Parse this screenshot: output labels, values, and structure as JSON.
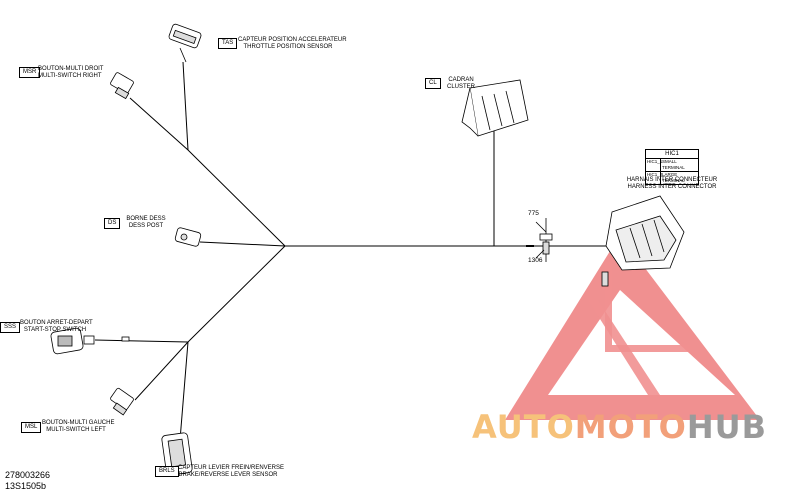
{
  "connectors": {
    "tas": {
      "code": "TAS",
      "label_fr": "CAPTEUR POSITION ACCELERATEUR",
      "label_en": "THROTTLE POSITION SENSOR"
    },
    "msr": {
      "code": "MSR",
      "label_fr": "BOUTON-MULTI DROIT",
      "label_en": "MULTI-SWITCH RIGHT"
    },
    "ds": {
      "code": "DS",
      "label_fr": "BORNE DESS",
      "label_en": "DESS POST"
    },
    "sss": {
      "code": "SSS",
      "label_fr": "BOUTON ARRET-DEPART",
      "label_en": "START-STOP SWITCH"
    },
    "msl": {
      "code": "MSL",
      "label_fr": "BOUTON-MULTI GAUCHE",
      "label_en": "MULTI-SWITCH LEFT"
    },
    "brls": {
      "code": "BRLS",
      "label_fr": "CAPTEUR LEVIER FREIN/RENVERSE",
      "label_en": "BRAKE/REVERSE LEVER SENSOR"
    },
    "cl": {
      "code": "CL",
      "label_fr": "CADRAN",
      "label_en": "CLUSTER"
    },
    "hic": {
      "code": "HIC1",
      "label_fr": "HARNAIS INTER CONNECTEUR",
      "label_en": "HARNESS INTER CONNECTOR",
      "table": [
        {
          "pin": "HIC1_1",
          "desc": "SMALL TERMINAL"
        },
        {
          "pin": "HIC1_2",
          "desc": "LARGE TERMINAL"
        }
      ]
    }
  },
  "refs": {
    "r775": "775",
    "r1306": "1306"
  },
  "footer": {
    "part_number": "278003266",
    "figure_id": "13S1505b"
  },
  "watermark": {
    "part1": "AUTO",
    "part2": "MOTO",
    "part3": "HUB",
    "color1": "#f6c27a",
    "color2": "#f2a07a",
    "color3": "#9a9a9a",
    "triangle_color": "#ee7d7d"
  }
}
